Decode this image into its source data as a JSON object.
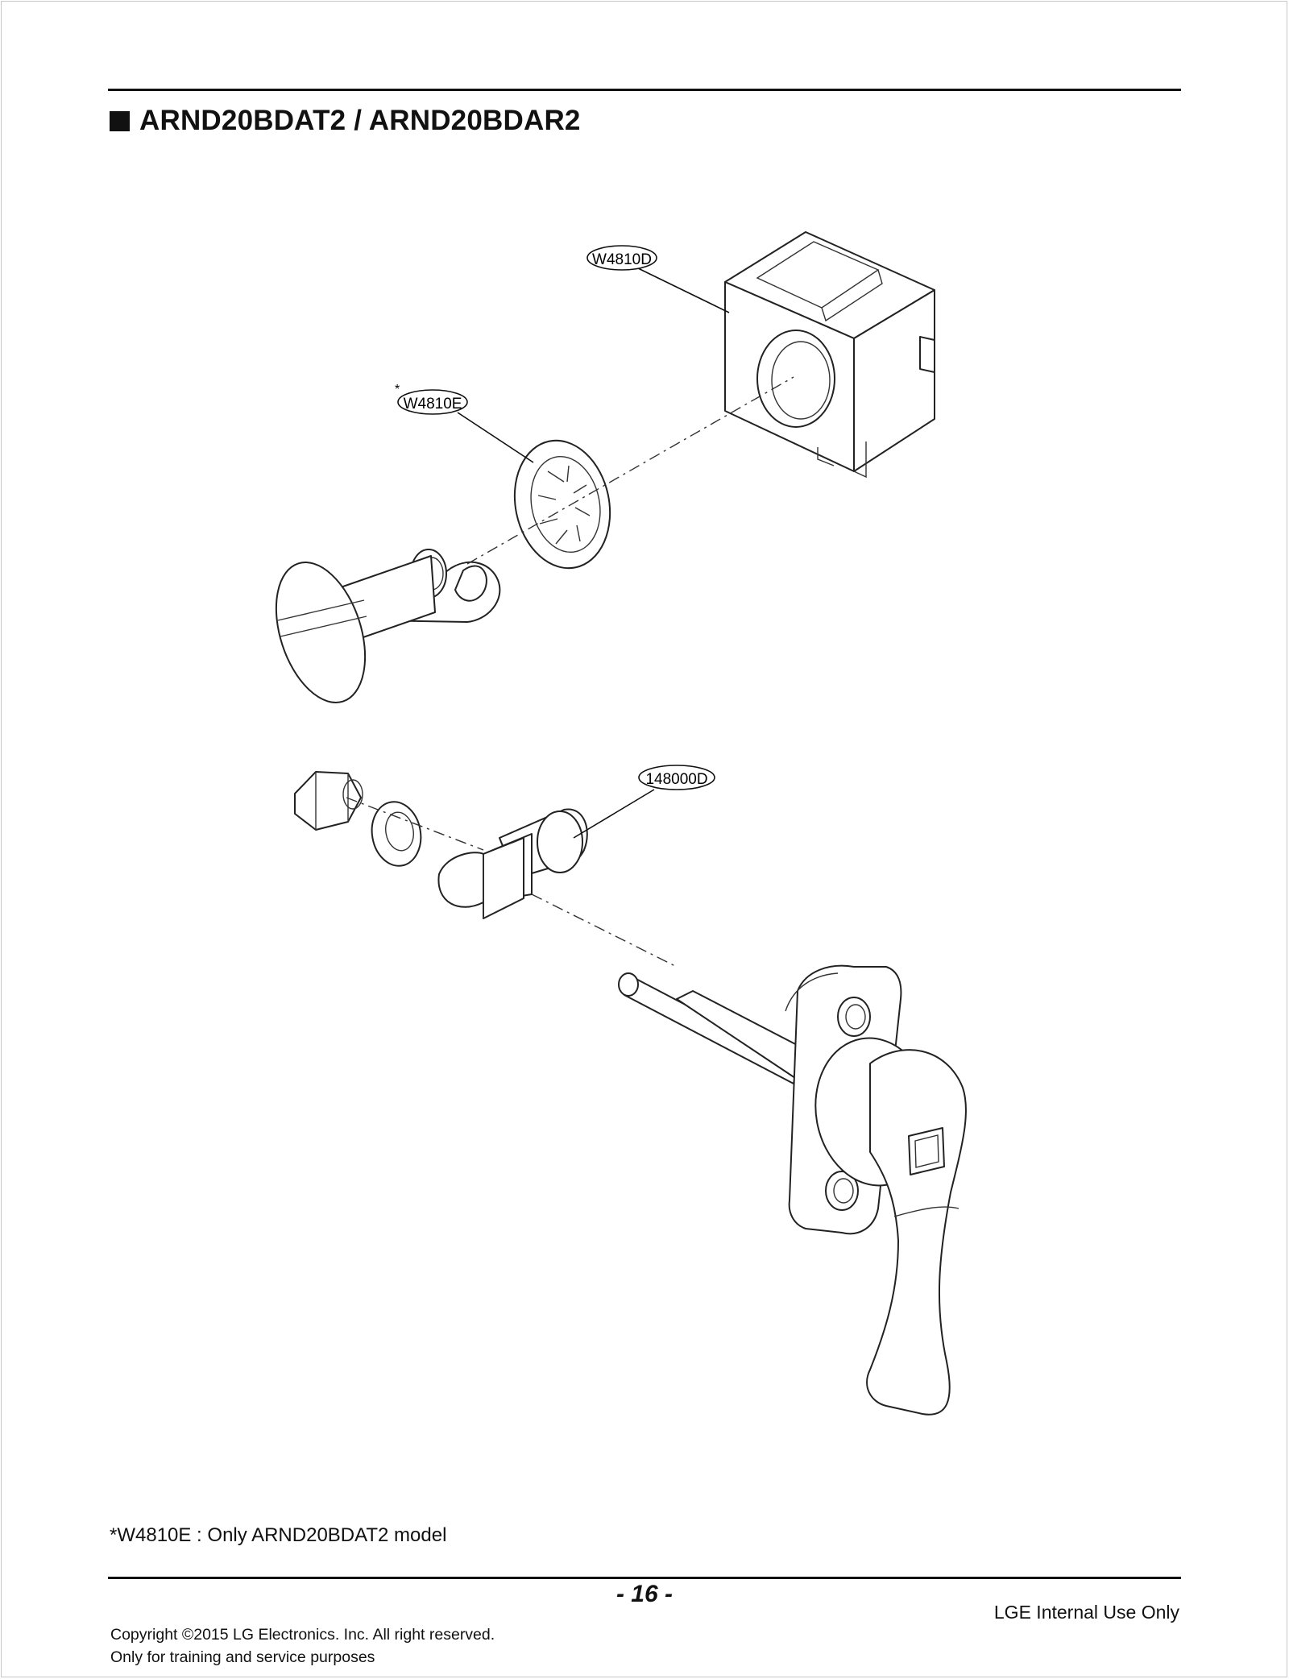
{
  "header": {
    "title": "ARND20BDAT2 / ARND20BDAR2"
  },
  "diagram": {
    "callouts": [
      {
        "id": "w4810d",
        "label": "W4810D",
        "marker": ""
      },
      {
        "id": "w4810e",
        "label": "W4810E",
        "marker": "*"
      },
      {
        "id": "148000d",
        "label": "148000D",
        "marker": ""
      }
    ]
  },
  "footnote": "*W4810E : Only ARND20BDAT2 model",
  "footer": {
    "copyright_line1": "Copyright ©2015 LG Electronics. Inc. All right reserved.",
    "copyright_line2": "Only for training and service purposes",
    "page_number": "- 16 -",
    "internal": "LGE Internal Use Only"
  }
}
